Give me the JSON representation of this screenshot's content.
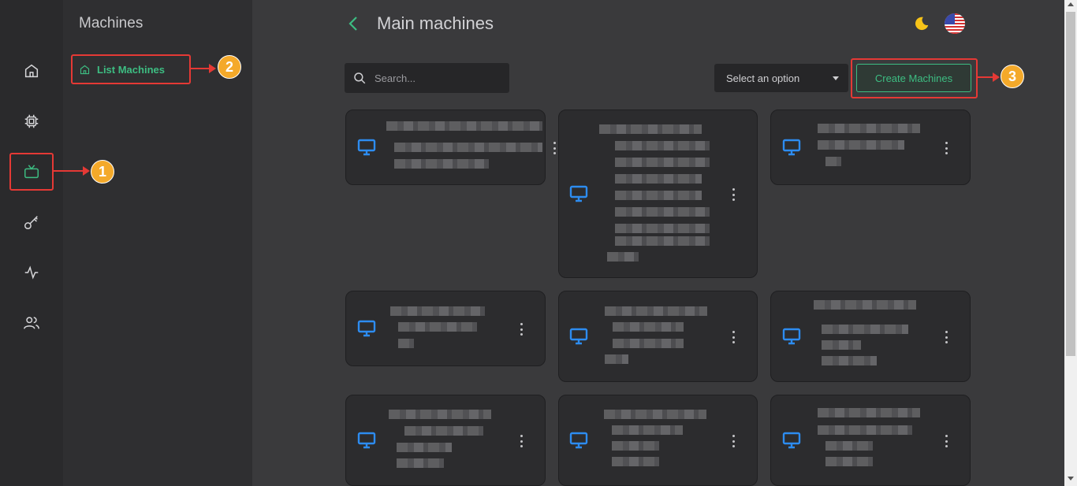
{
  "sidebar": {
    "title": "Machines",
    "items": [
      {
        "label": "List Machines"
      }
    ]
  },
  "rail": {
    "icons": [
      "home-icon",
      "chip-icon",
      "tv-icon",
      "key-icon",
      "activity-icon",
      "users-icon"
    ],
    "active": "tv-icon"
  },
  "header": {
    "title": "Main machines"
  },
  "toolbar": {
    "search_placeholder": "Search...",
    "select_value": "Select an option",
    "create_label": "Create Machines"
  },
  "annotations": [
    "1",
    "2",
    "3"
  ],
  "colors": {
    "accent": "#3dbd82",
    "monitor": "#2d8cf0",
    "annotation": "#e53935",
    "badge": "#f4a92a"
  }
}
